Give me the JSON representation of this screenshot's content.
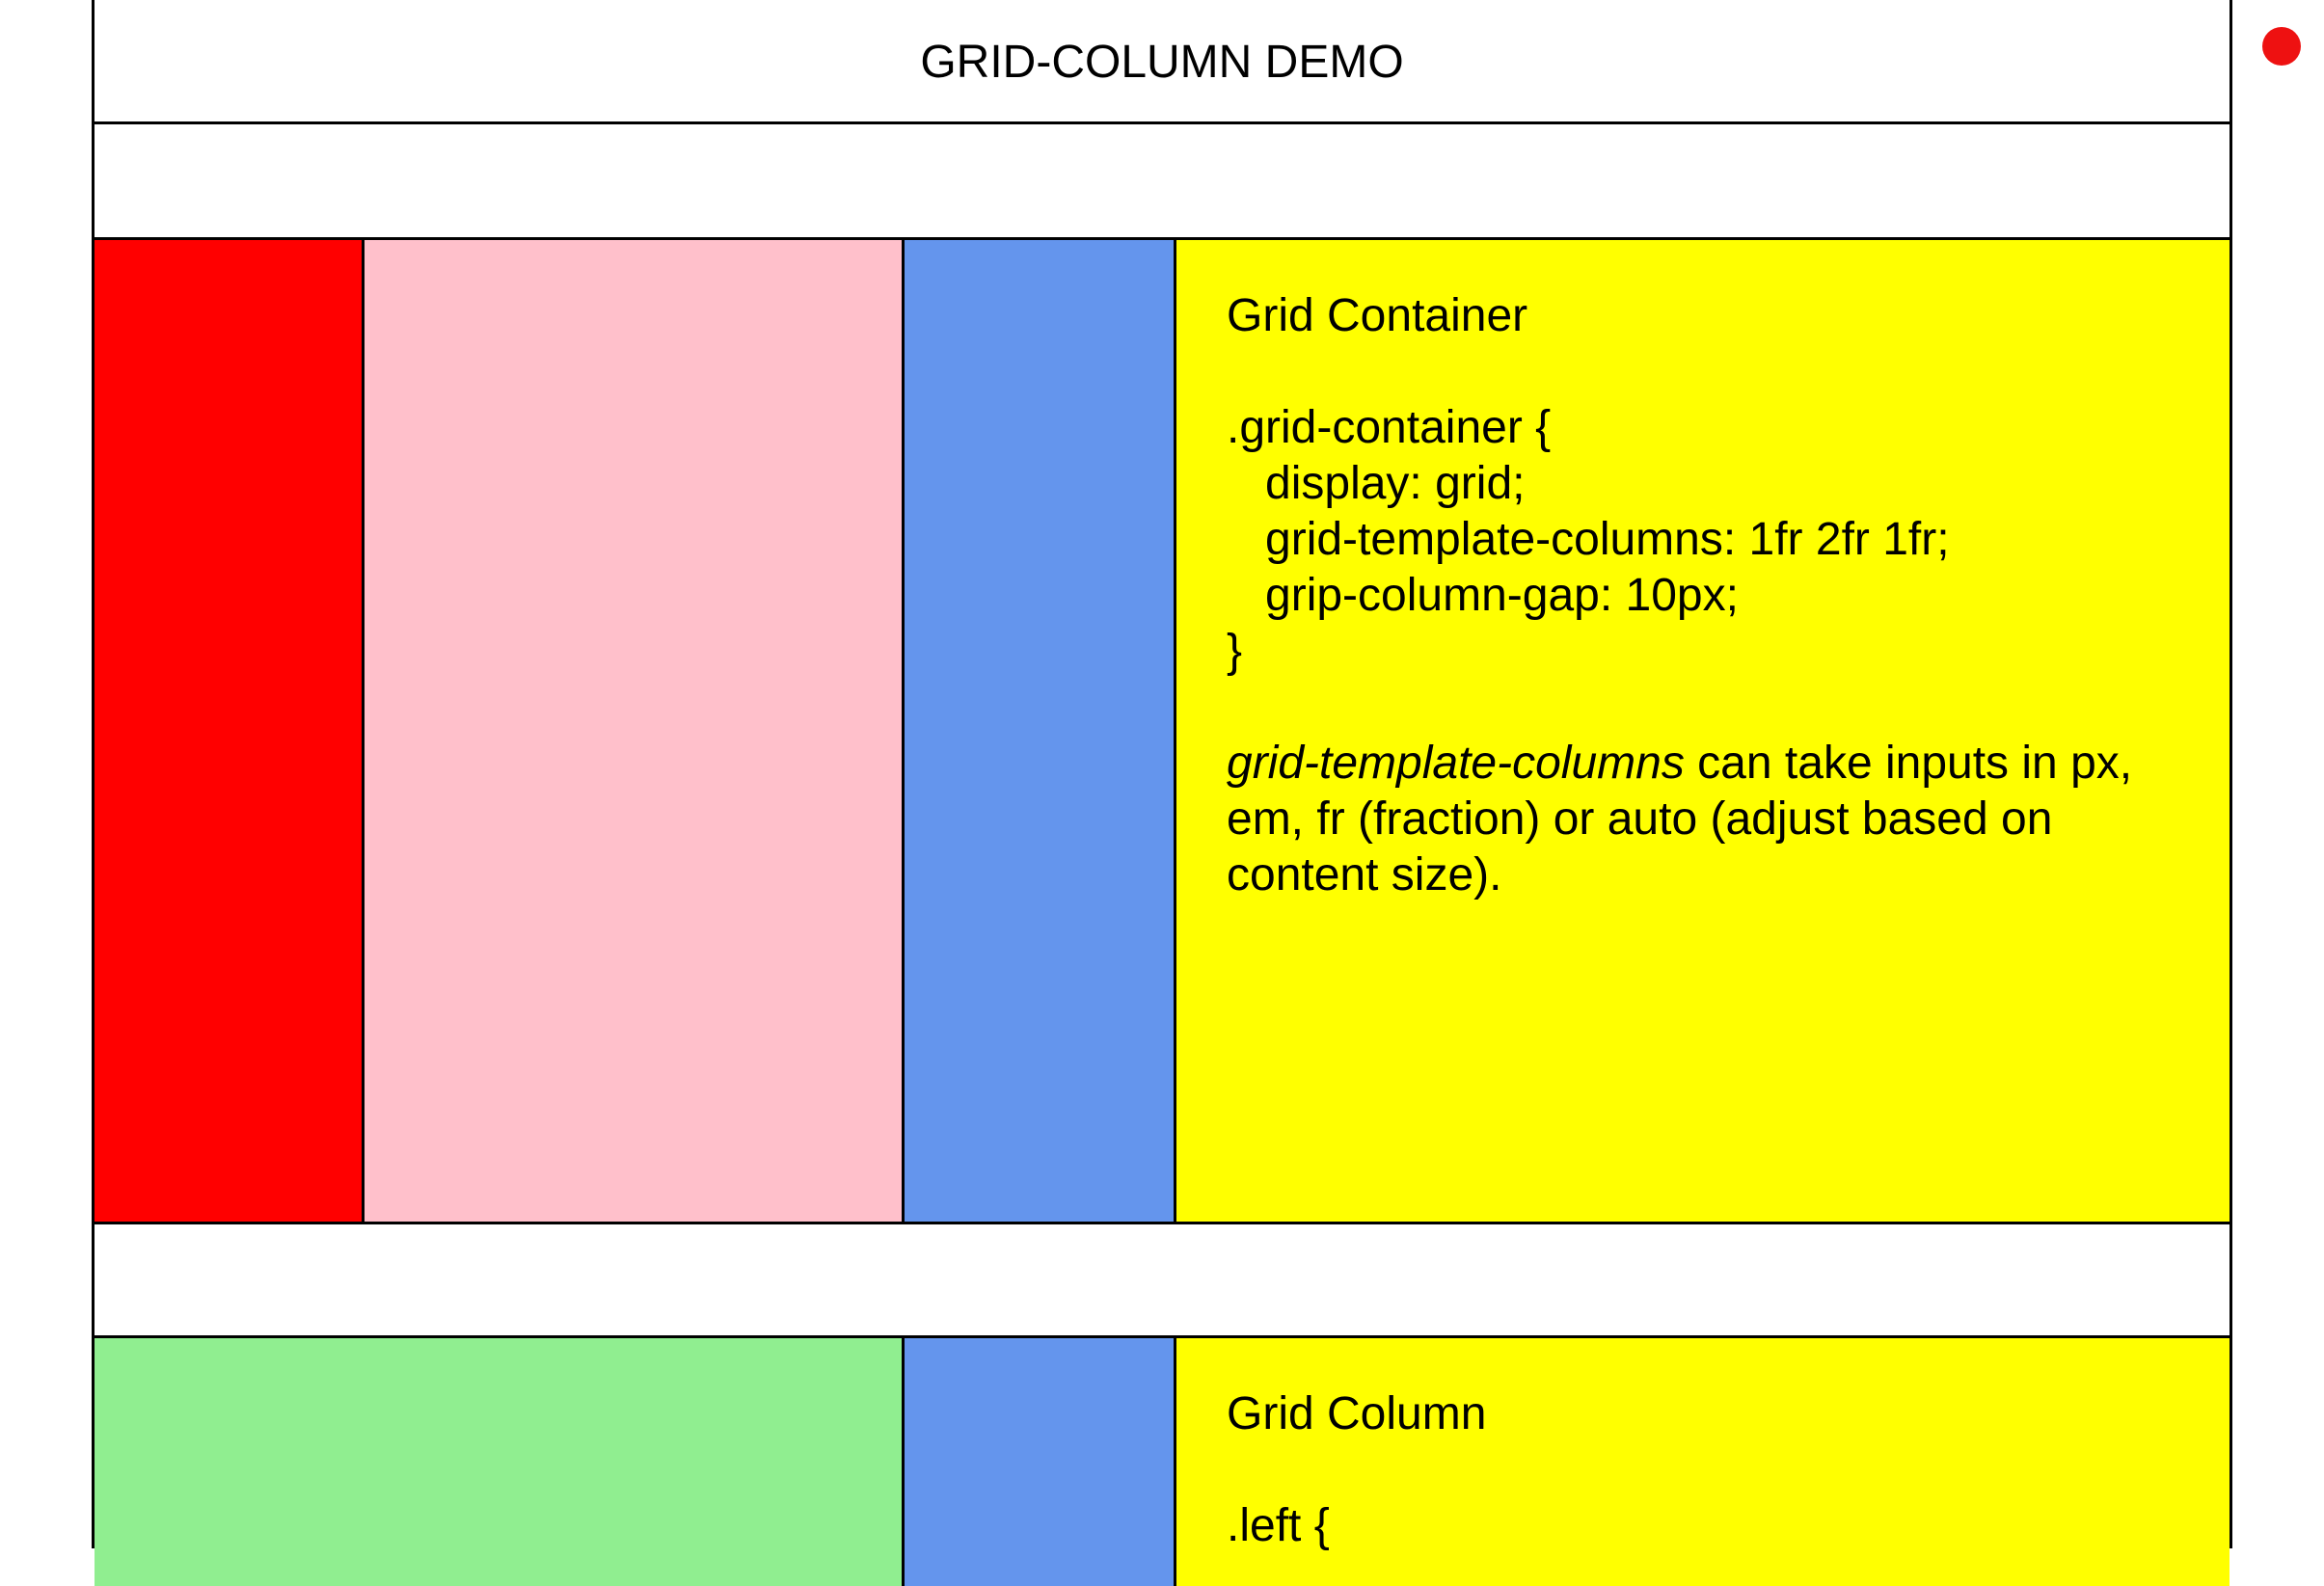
{
  "header": {
    "title": "GRID-COLUMN DEMO"
  },
  "colors": {
    "red": "#ff0000",
    "pink": "#ffc0cb",
    "blue": "#6495ed",
    "yellow": "#ffff00",
    "green": "#90ee90",
    "record_dot": "#ee1111"
  },
  "container_section": {
    "title": "Grid Container",
    "code_lines": [
      ".grid-container {",
      "   display: grid;",
      "   grid-template-columns: 1fr 2fr 1fr;",
      "   grip-column-gap: 10px;",
      "}"
    ],
    "desc_term": "grid-template-columns",
    "desc_text": " can take inputs in px, em, fr (fraction) or auto (adjust based on content size)."
  },
  "column_section": {
    "title": "Grid Column",
    "code_lines": [
      ".left {"
    ]
  }
}
